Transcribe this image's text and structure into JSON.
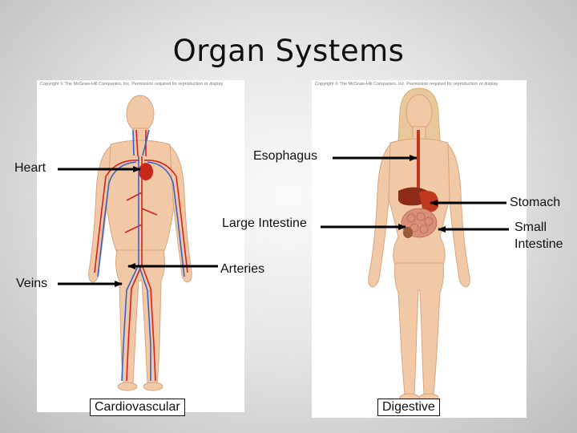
{
  "title": "Organ Systems",
  "copyright_left": "Copyright © The McGraw-Hill Companies, Inc. Permission required for reproduction or display",
  "copyright_right": "Copyright © The McGraw-Hill Companies, Inc. Permission required for reproduction or display",
  "panels": {
    "cardiovascular_label": "Cardiovascular",
    "digestive_label": "Digestive"
  },
  "labels": {
    "heart": "Heart",
    "veins": "Veins",
    "arteries": "Arteries",
    "esophagus": "Esophagus",
    "large_intestine": "Large Intestine",
    "stomach": "Stomach",
    "small_intestine_line1": "Small",
    "small_intestine_line2": "Intestine"
  },
  "colors": {
    "skin": "#f1c9a6",
    "skin_shade": "#e2ad86",
    "artery": "#d6221c",
    "vein": "#3a63c8",
    "organ_red": "#c0391f",
    "intestine": "#d98f78"
  }
}
